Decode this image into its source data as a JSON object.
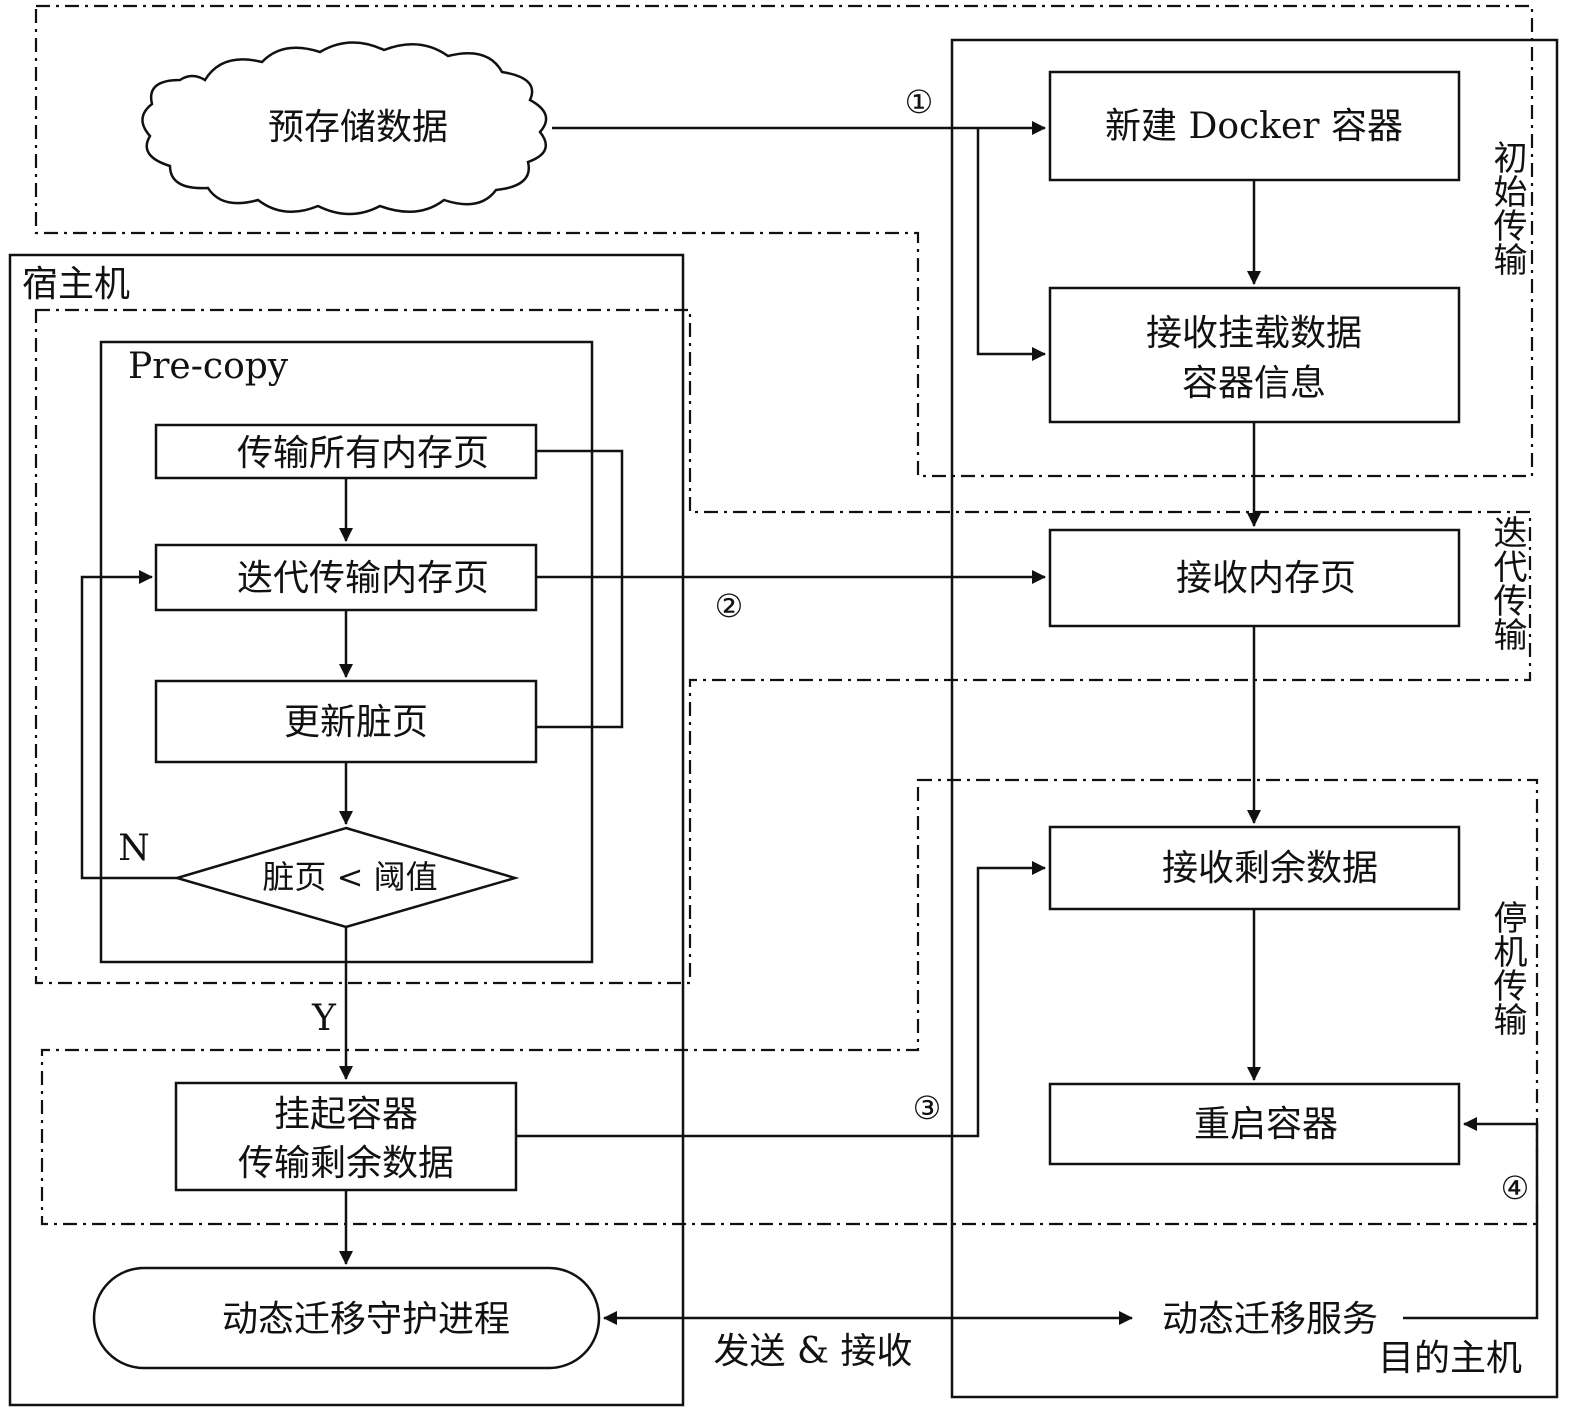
{
  "cloud": {
    "text": "预存储数据"
  },
  "source_host": {
    "label": "宿主机"
  },
  "target_host": {
    "label": "目的主机"
  },
  "precopy": {
    "label": "Pre-copy"
  },
  "nodes": {
    "new_container": "新建 Docker 容器",
    "recv_mount_1": "接收挂载数据",
    "recv_mount_2": "容器信息",
    "transfer_all": "传输所有内存页",
    "iter_transfer": "迭代传输内存页",
    "update_dirty": "更新脏页",
    "decision": "脏页 < 阈值",
    "recv_memory": "接收内存页",
    "recv_remaining": "接收剩余数据",
    "suspend_1": "挂起容器",
    "suspend_2": "传输剩余数据",
    "restart": "重启容器",
    "daemon": "动态迁移守护进程",
    "service": "动态迁移服务"
  },
  "phases": {
    "initial": "初始传输",
    "iterative": "迭代传输",
    "stop": "停机传输"
  },
  "markers": [
    "①",
    "②",
    "③",
    "④"
  ],
  "branch": {
    "no": "N",
    "yes": "Y"
  },
  "edge_label": "发送 & 接收"
}
